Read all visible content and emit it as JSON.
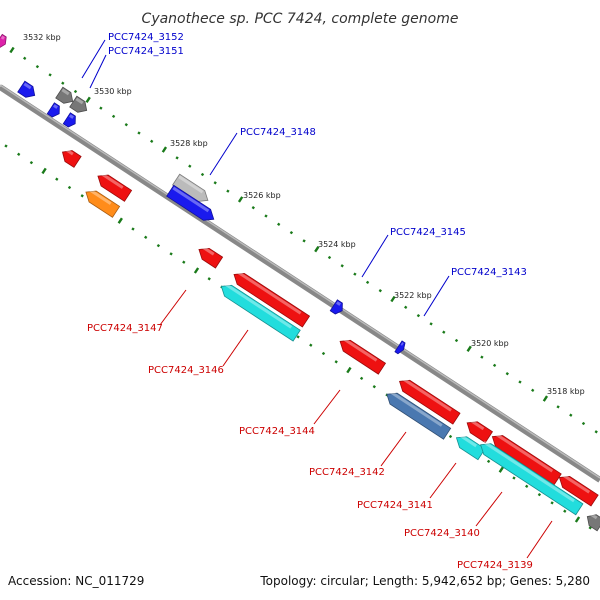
{
  "title": "Cyanothece sp. PCC 7424, complete genome",
  "footer": {
    "accession": "Accession: NC_011729",
    "stats": "Topology: circular; Length: 5,942,652 bp; Genes: 5,280"
  },
  "colors": {
    "backbone": "#888888",
    "tick": "#1a7a1a",
    "forward_label": "#0000cc",
    "reverse_label": "#cc0000",
    "gene_red": "#ee1111",
    "gene_blue": "#1a1aee",
    "gene_cyan": "#22dddd",
    "gene_orange": "#ff8c1a",
    "gene_gray": "#777777",
    "gene_lightgray": "#bbbbbb",
    "gene_steel": "#4a78b0",
    "gene_magenta": "#dd22aa"
  },
  "scale_labels": [
    "3532 kbp",
    "3530 kbp",
    "3528 kbp",
    "3526 kbp",
    "3524 kbp",
    "3522 kbp",
    "3520 kbp",
    "3518 kbp"
  ],
  "forward_labels": [
    "PCC7424_3152",
    "PCC7424_3151",
    "PCC7424_3148",
    "PCC7424_3145",
    "PCC7424_3143"
  ],
  "reverse_labels": [
    "PCC7424_3147",
    "PCC7424_3146",
    "PCC7424_3144",
    "PCC7424_3142",
    "PCC7424_3141",
    "PCC7424_3140",
    "PCC7424_3139"
  ]
}
